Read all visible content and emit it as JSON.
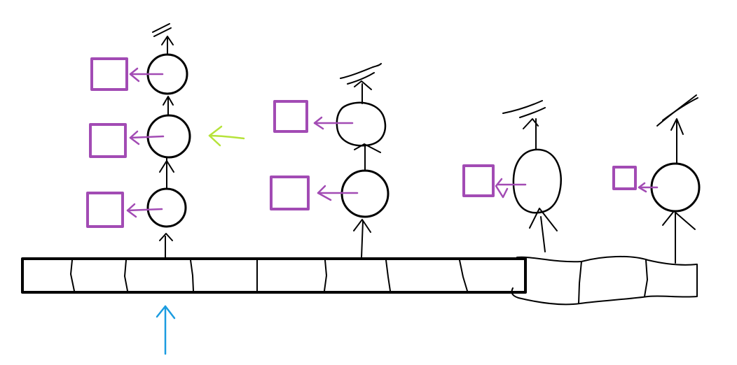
{
  "colors": {
    "ink": "#000000",
    "box": "#a24bb4",
    "arrow_green": "#b6e33a",
    "arrow_blue": "#1b9ce0",
    "background": "#ffffff"
  },
  "icons": {
    "input_arrow": "up-arrow-icon",
    "highlight_arrow": "left-arrow-icon",
    "output_symbol": "squiggle-icon"
  },
  "diagram": {
    "columns": [
      {
        "id": "col-1",
        "node_count": 3,
        "output_boxes": 3
      },
      {
        "id": "col-2",
        "node_count": 2,
        "output_boxes": 2
      },
      {
        "id": "col-3",
        "node_count": 1,
        "output_boxes": 1
      },
      {
        "id": "col-4",
        "node_count": 1,
        "output_boxes": 1
      }
    ],
    "bar_segments": 8,
    "tail_segments": 3
  }
}
